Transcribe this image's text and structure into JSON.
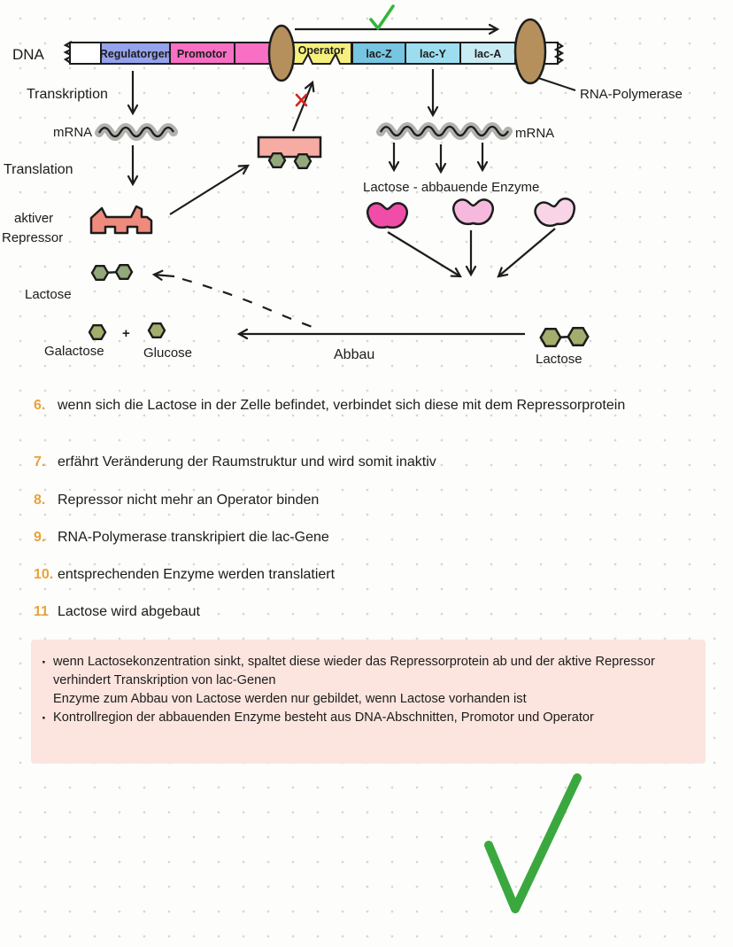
{
  "colors": {
    "ink": "#1c1c1c",
    "page_bg": "#fdfdfb",
    "list_number_orange": "#e8a23c",
    "note_box_pink": "#fbe5de",
    "check_green": "#3aa83f",
    "cross_red": "#d42323",
    "polymerase_brown": "#b5905c",
    "mrna_gray": "#a9a9a4",
    "repressor_salmon": "#ef8b7d",
    "complex_pink": "#f6aba3",
    "hexagon_green": "#93a97c",
    "hexagon_olive": "#a4ad6c"
  },
  "diagram": {
    "dna_label": "DNA",
    "segments": [
      {
        "label": "Regulatorgen",
        "color": "#95a3ec"
      },
      {
        "label": "Promotor",
        "color": "#f86fc3"
      },
      {
        "label": "Operator",
        "color": "#f6ef7d"
      },
      {
        "label": "lac-Z",
        "color": "#76c5e1"
      },
      {
        "label": "lac-Y",
        "color": "#9cdeef"
      },
      {
        "label": "lac-A",
        "color": "#c8ebf4"
      }
    ],
    "rna_polymerase_label": "RNA-Polymerase",
    "transcription_label": "Transkription",
    "mrna_left_label": "mRNA",
    "translation_label": "Translation",
    "active_repressor_line1": "aktiver",
    "active_repressor_line2": "Repressor",
    "mrna_right_label": "mRNA",
    "enzymes_heading": "Lactose - abbauende Enzyme",
    "enzyme_colors": [
      "#f04da8",
      "#f6b8dd",
      "#f9d4e7"
    ],
    "lactose_left_label": "Lactose",
    "galactose_label": "Galactose",
    "plus_sign": "+",
    "glucose_label": "Glucose",
    "abbau_label": "Abbau",
    "lactose_right_label": "Lactose"
  },
  "steps": [
    {
      "number": "6.",
      "text": "wenn sich die Lactose in der Zelle befindet, verbindet sich diese mit dem Repressorprotein"
    },
    {
      "number": "7.",
      "text": "erfährt Veränderung der Raumstruktur und wird somit inaktiv"
    },
    {
      "number": "8.",
      "text": "Repressor nicht mehr an Operator binden"
    },
    {
      "number": "9.",
      "text": "RNA-Polymerase transkripiert die lac-Gene"
    },
    {
      "number": "10.",
      "text": "entsprechenden Enzyme werden translatiert"
    },
    {
      "number": "11",
      "text": "Lactose wird abgebaut"
    }
  ],
  "note_box": {
    "items": [
      {
        "bullet": "·",
        "text": "wenn Lactosekonzentration sinkt, spaltet diese wieder das Repressorprotein ab und der aktive Repressor verhindert Transkription von lac-Genen"
      },
      {
        "bullet": "",
        "text": "Enzyme zum Abbau von Lactose werden nur gebildet, wenn Lactose vorhanden ist"
      },
      {
        "bullet": "·",
        "text": "Kontrollregion der abbauenden Enzyme besteht aus DNA-Abschnitten, Promotor und Operator"
      }
    ]
  }
}
